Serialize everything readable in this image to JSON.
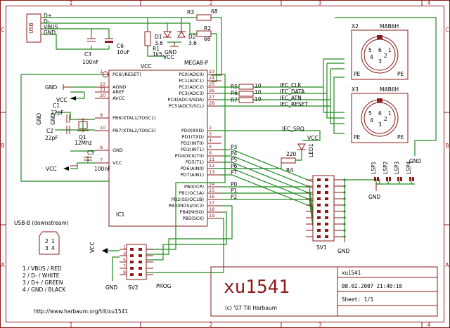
{
  "frame": {
    "cols": [
      "1",
      "2",
      "3",
      "4"
    ],
    "rows": [
      "C",
      "B",
      "A"
    ]
  },
  "usb_conn": {
    "name": "USB",
    "pins": [
      "D+",
      "D-",
      "VBUS",
      "GND"
    ]
  },
  "resistors": {
    "r3": {
      "name": "R3",
      "value": "68"
    },
    "r2": {
      "name": "R2",
      "value": "68"
    },
    "r1": {
      "name": "R1",
      "value": "1k5"
    },
    "r4": {
      "name": "R4",
      "value": "220"
    },
    "r5": {
      "name": "R5",
      "value": "10"
    },
    "r6": {
      "name": "R6",
      "value": "10"
    },
    "r7": {
      "name": "R7",
      "value": "10"
    }
  },
  "diodes": {
    "d1": {
      "name": "D1",
      "value": "3.6"
    },
    "d2": {
      "name": "D2",
      "value": "3.6"
    }
  },
  "caps": {
    "c3": {
      "name": "C3",
      "value": "100nF"
    },
    "c6": {
      "name": "C6",
      "value": "10uF"
    },
    "c1": {
      "name": "C1",
      "value": "22pF"
    },
    "c2": {
      "name": "C2",
      "value": "22pF"
    },
    "c5": {
      "name": "C5",
      "value": "100nF"
    }
  },
  "crystal": {
    "name": "Q1",
    "value": "12Mhz"
  },
  "led": {
    "name": "LED1",
    "net": "IEC_SRQ"
  },
  "ic1": {
    "name": "IC1",
    "part": "MEGA8-P",
    "vcc": "VCC",
    "left_pins": [
      {
        "label": "PC6(/RESET)",
        "num": "1"
      },
      {
        "label": "AGND",
        "num": "22"
      },
      {
        "label": "AREF",
        "num": "21"
      },
      {
        "label": "AVCC",
        "num": "20"
      },
      {
        "label": "PB6(XTAL1/TOSC1)",
        "num": "9"
      },
      {
        "label": "PB7(XTAL2/TOSC2)",
        "num": "10"
      },
      {
        "label": "GND",
        "num": "8"
      },
      {
        "label": "VCC",
        "num": "7"
      }
    ],
    "right_pins": [
      {
        "label": "PC0(ADC0)",
        "num": "23"
      },
      {
        "label": "PC1(ADC1)",
        "num": "24"
      },
      {
        "label": "PC2(ADC2)",
        "num": "25"
      },
      {
        "label": "PC3(ADC3)",
        "num": "26"
      },
      {
        "label": "PC4(ADC4/SDA)",
        "num": "27"
      },
      {
        "label": "PC5(ADC5/SCL)",
        "num": "28"
      },
      {
        "label": "PD0(RXD)",
        "num": "2"
      },
      {
        "label": "PD1(TXD)",
        "num": "3"
      },
      {
        "label": "PD2(INT0)",
        "num": "4"
      },
      {
        "label": "PD3(INT1)",
        "num": "5"
      },
      {
        "label": "PD4(XCK/T0)",
        "num": "6"
      },
      {
        "label": "PD5(T1)",
        "num": "11"
      },
      {
        "label": "PD6(AIN0)",
        "num": "12"
      },
      {
        "label": "PD7(AIN1)",
        "num": "13"
      },
      {
        "label": "PB0(ICP)",
        "num": "14"
      },
      {
        "label": "PB1(OC1A)",
        "num": "15"
      },
      {
        "label": "PB2(SS/OC1B)",
        "num": "16"
      },
      {
        "label": "PB3(MOSI/OC2)",
        "num": "17"
      },
      {
        "label": "PB4(MISO)",
        "num": "18"
      },
      {
        "label": "PB5(SCK)",
        "num": "19"
      }
    ]
  },
  "nets": {
    "iec": [
      "IEC_CLK",
      "IEC_DATA",
      "IEC_ATN",
      "IEC_RESET"
    ],
    "ports_d": [
      "P3",
      "P4",
      "P5",
      "P6",
      "P7"
    ],
    "ports_b": [
      "P0",
      "P1",
      "P2"
    ]
  },
  "power": {
    "gnd": "GND",
    "vcc": "VCC"
  },
  "din": {
    "x2": {
      "name": "X2",
      "part": "MAB6H"
    },
    "x3": {
      "name": "X3",
      "part": "MAB6H"
    },
    "pins": [
      "5",
      "6",
      "1",
      "4",
      "2",
      "3"
    ],
    "pe": "PE"
  },
  "solder_jumpers": [
    "LSP1",
    "LSP2",
    "LSP3",
    "LSP4"
  ],
  "sv1": {
    "name": "SV1"
  },
  "sv2": {
    "name": "SV2",
    "label": "PROG"
  },
  "usb_b": {
    "title": "USB-B (downstream)",
    "pins": [
      "1",
      "2",
      "3",
      "4"
    ],
    "legend": [
      "1 / VBUS / RED",
      "2 / D- / WHITE",
      "3 / D+ / GREEN",
      "4 / GND / BLACK"
    ]
  },
  "url": "http://www.harbaum.org/till/xu1541",
  "title_block": {
    "title": "xu1541",
    "copyright": "(c) '07 Till Harbaum",
    "name": "xu1541",
    "date": "08.02.2007 21:40:10",
    "sheet": "Sheet: 1/1"
  }
}
